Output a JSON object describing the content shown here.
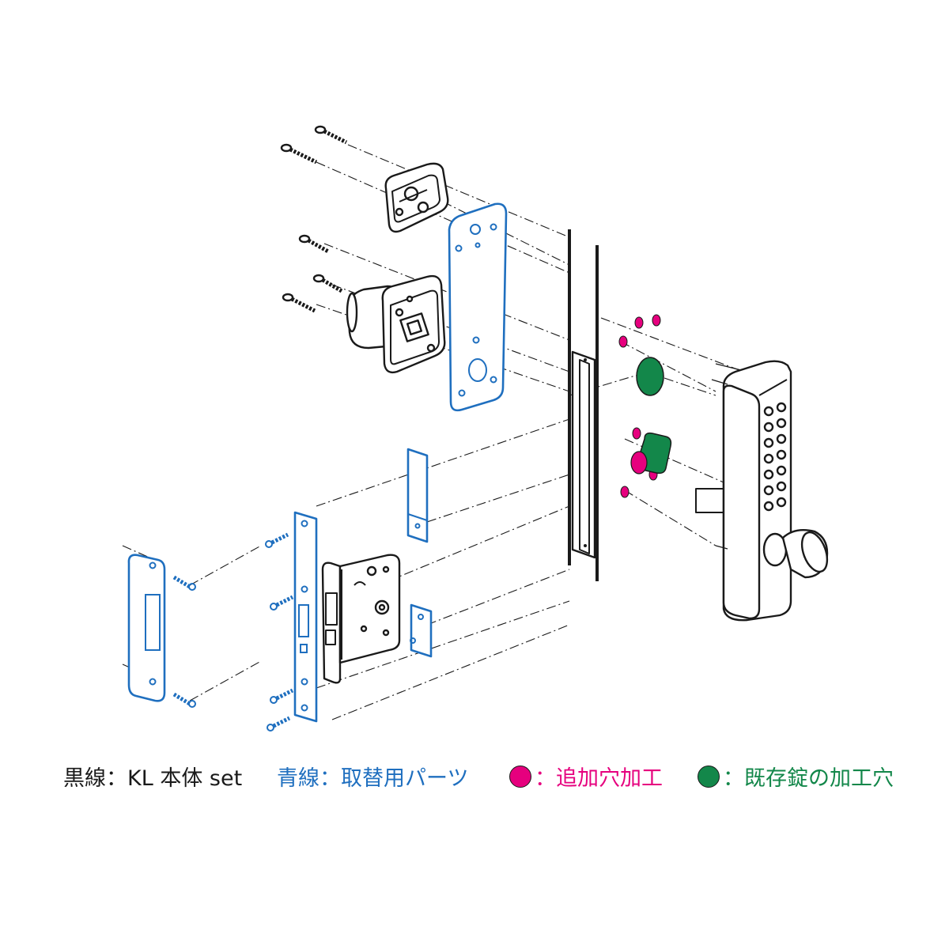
{
  "legend": {
    "black_line": {
      "label": "黒線：KL 本体 set",
      "color": "#1a1a1a"
    },
    "blue_line": {
      "label": "青線：取替用パーツ",
      "color": "#1f6fbf"
    },
    "pink_hole": {
      "label": "：追加穴加工",
      "color": "#e6007e"
    },
    "green_hole": {
      "label": "：既存錠の加工穴",
      "color": "#13874a"
    }
  },
  "colors": {
    "black": "#1a1a1a",
    "blue": "#1f6fbf",
    "pink": "#e6007e",
    "green": "#13874a"
  }
}
